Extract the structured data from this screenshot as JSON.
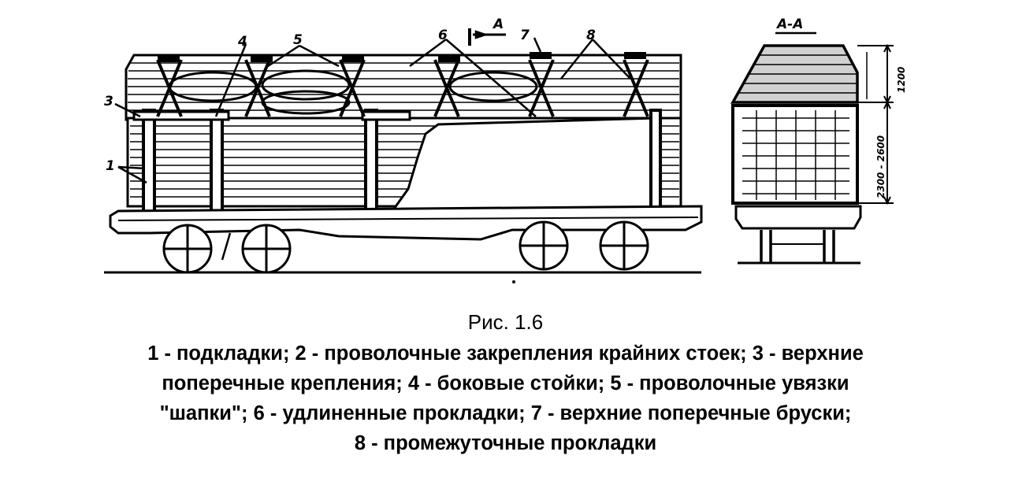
{
  "figure": {
    "callouts": {
      "n1": "1",
      "n3": "3",
      "n4": "4",
      "n5": "5",
      "n6": "6",
      "n7": "7",
      "n8": "8",
      "section_arrow": "A"
    },
    "section_title": "A-A",
    "dimensions": {
      "upper": "1200",
      "lower": "2300 - 2600"
    }
  },
  "caption": {
    "title": "Рис. 1.6",
    "lines": [
      "1 - подкладки; 2 - проволочные закрепления крайних стоек; 3 - верхние",
      "поперечные крепления; 4 - боковые стойки; 5 - проволочные увязки",
      "\"шапки\"; 6 - удлиненные прокладки; 7 - верхние поперечные бруски;",
      "8 - промежуточные прокладки"
    ]
  }
}
